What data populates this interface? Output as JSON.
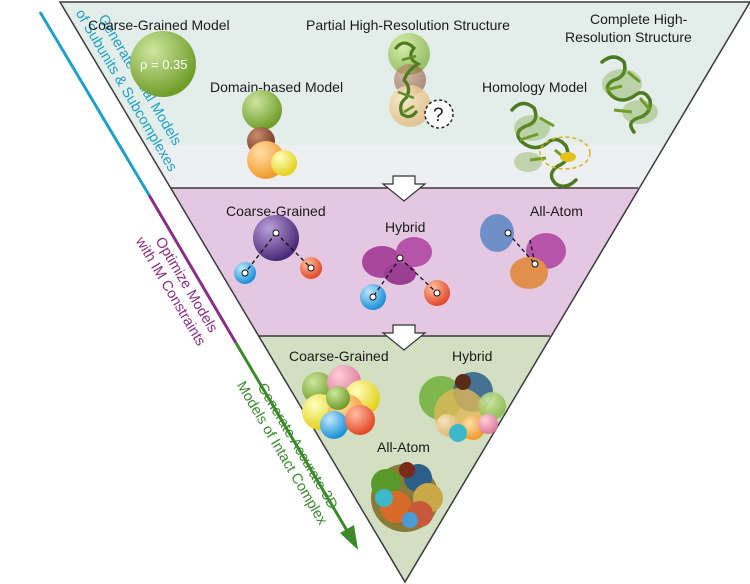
{
  "stages": {
    "top": {
      "coarse_grained_model": "Coarse-Grained Model",
      "density": "ρ = 0.35",
      "domain_based_model": "Domain-based Model",
      "partial_structure": "Partial High-Resolution Structure",
      "unknown_mark": "?",
      "homology_model": "Homology Model",
      "complete_structure_line1": "Complete High-",
      "complete_structure_line2": "Resolution Structure"
    },
    "middle": {
      "coarse_grained": "Coarse-Grained",
      "hybrid": "Hybrid",
      "all_atom": "All-Atom"
    },
    "bottom": {
      "coarse_grained": "Coarse-Grained",
      "hybrid": "Hybrid",
      "all_atom": "All-Atom"
    }
  },
  "side_labels": {
    "step1_line1": "Generate Initial Models",
    "step1_line2": "of Subunits & Subcomplexes",
    "step2_line1": "Optimize Models",
    "step2_line2": "with IM Constraints",
    "step3_line1": "Generate Accurate 3D",
    "step3_line2": "Models of Intact Complex"
  },
  "colors": {
    "top_band": "#e3eeeb",
    "top_band_lower": "#eeeff3",
    "middle_band": "#e4c8e1",
    "bottom_band": "#d3dfc2",
    "step1": "#1ea0c8",
    "step2": "#8a2d84",
    "step3": "#3a8a2c"
  }
}
